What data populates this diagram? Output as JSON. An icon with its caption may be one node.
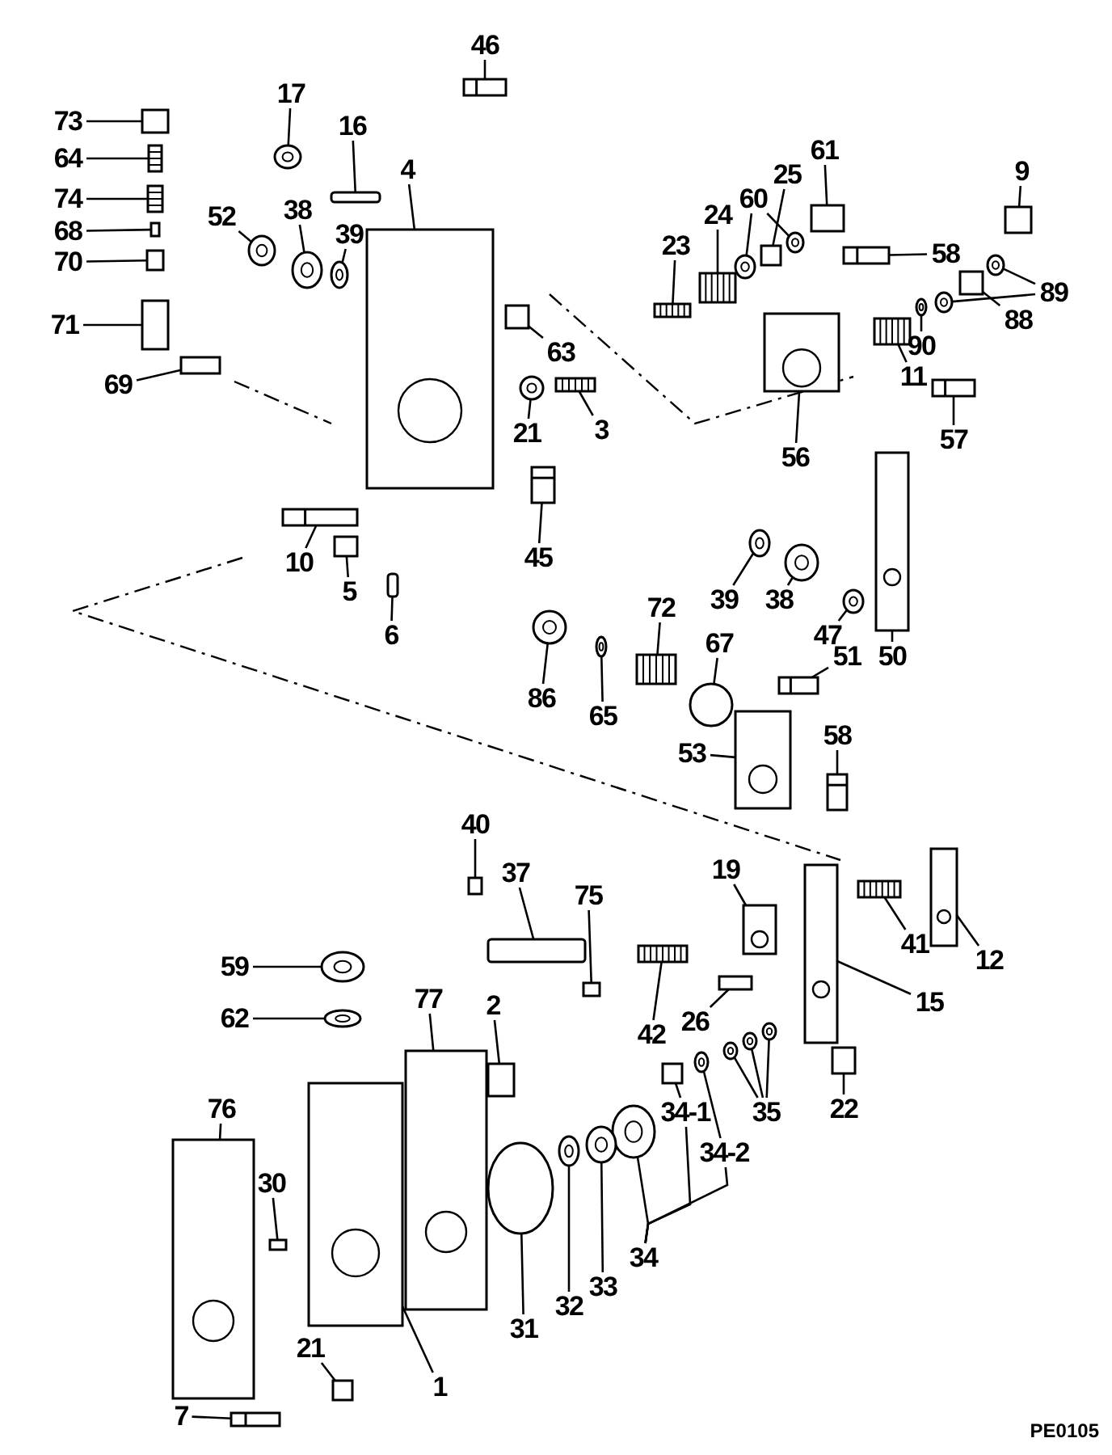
{
  "diagram": {
    "nodes": [
      {
        "text": [
          "73"
        ]
      },
      {
        "text": [
          "64"
        ]
      },
      {
        "text": [
          "74"
        ]
      },
      {
        "text": [
          "68"
        ]
      },
      {
        "text": [
          "70"
        ]
      },
      {
        "text": [
          "71"
        ]
      },
      {
        "text": [
          "69"
        ]
      },
      {
        "text": [
          "17"
        ]
      },
      {
        "text": [
          "16"
        ]
      },
      {
        "text": [
          "46"
        ]
      },
      {
        "text": [
          "4"
        ]
      },
      {
        "text": [
          "52"
        ]
      },
      {
        "text": [
          "38"
        ]
      },
      {
        "text": [
          "39"
        ]
      },
      {
        "text": [
          "63"
        ]
      },
      {
        "text": [
          "21"
        ]
      },
      {
        "text": [
          "3"
        ]
      },
      {
        "text": [
          "23"
        ]
      },
      {
        "text": [
          "24"
        ]
      },
      {
        "text": [
          "60"
        ]
      },
      {
        "text": [
          "25"
        ]
      },
      {
        "text": [
          "61"
        ]
      },
      {
        "text": [
          "58"
        ]
      },
      {
        "text": [
          "9"
        ]
      },
      {
        "text": [
          "89"
        ]
      },
      {
        "text": [
          "88"
        ]
      },
      {
        "text": [
          "90"
        ]
      },
      {
        "text": [
          "11"
        ]
      },
      {
        "text": [
          "56"
        ]
      },
      {
        "text": [
          "57"
        ]
      },
      {
        "text": [
          "10"
        ]
      },
      {
        "text": [
          "5"
        ]
      },
      {
        "text": [
          "6"
        ]
      },
      {
        "text": [
          "45"
        ]
      },
      {
        "text": [
          "39"
        ]
      },
      {
        "text": [
          "38"
        ]
      },
      {
        "text": [
          "72"
        ]
      },
      {
        "text": [
          "47"
        ]
      },
      {
        "text": [
          "67"
        ]
      },
      {
        "text": [
          "51"
        ]
      },
      {
        "text": [
          "50"
        ]
      },
      {
        "text": [
          "86"
        ]
      },
      {
        "text": [
          "65"
        ]
      },
      {
        "text": [
          "53"
        ]
      },
      {
        "text": [
          "58"
        ]
      },
      {
        "text": [
          "40"
        ]
      },
      {
        "text": [
          "37"
        ]
      },
      {
        "text": [
          "75"
        ]
      },
      {
        "text": [
          "19"
        ]
      },
      {
        "text": [
          "42"
        ]
      },
      {
        "text": [
          "26"
        ]
      },
      {
        "text": [
          "41"
        ]
      },
      {
        "text": [
          "12"
        ]
      },
      {
        "text": [
          "15"
        ]
      },
      {
        "text": [
          "59"
        ]
      },
      {
        "text": [
          "62"
        ]
      },
      {
        "text": [
          "77"
        ]
      },
      {
        "text": [
          "2"
        ]
      },
      {
        "text": [
          "76"
        ]
      },
      {
        "text": [
          "30"
        ]
      },
      {
        "text": [
          "35"
        ]
      },
      {
        "text": [
          "22"
        ]
      },
      {
        "text": [
          "34-1"
        ]
      },
      {
        "text": [
          "34-2"
        ]
      },
      {
        "text": [
          "34"
        ]
      },
      {
        "text": [
          "31"
        ]
      },
      {
        "text": [
          "32"
        ]
      },
      {
        "text": [
          "33"
        ]
      },
      {
        "text": [
          "21"
        ]
      },
      {
        "text": [
          "1"
        ]
      },
      {
        "text": [
          "7"
        ]
      },
      {
        "text": [],
        "shape": "box"
      },
      {
        "text": [],
        "shape": "spring"
      },
      {
        "text": [],
        "shape": "spring"
      },
      {
        "text": [],
        "shape": "box"
      },
      {
        "text": [],
        "shape": "box"
      },
      {
        "text": [],
        "shape": "box"
      },
      {
        "text": [],
        "shape": "box"
      },
      {
        "text": [],
        "shape": "ring"
      },
      {
        "text": [],
        "shape": "bar"
      },
      {
        "text": [],
        "shape": "bolt"
      },
      {
        "text": [],
        "shape": "plate"
      },
      {
        "text": [],
        "shape": "ring"
      },
      {
        "text": [],
        "shape": "ring"
      },
      {
        "text": [],
        "shape": "ring"
      },
      {
        "text": [],
        "shape": "box"
      },
      {
        "text": [],
        "shape": "ring"
      },
      {
        "text": [],
        "shape": "spring"
      },
      {
        "text": [],
        "shape": "spring"
      },
      {
        "text": [],
        "shape": "spring"
      },
      {
        "text": [],
        "shape": "ring"
      },
      {
        "text": [],
        "shape": "ring"
      },
      {
        "text": [],
        "shape": "box"
      },
      {
        "text": [],
        "shape": "box"
      },
      {
        "text": [],
        "shape": "bolt"
      },
      {
        "text": [],
        "shape": "box"
      },
      {
        "text": [],
        "shape": "ring"
      },
      {
        "text": [],
        "shape": "ring"
      },
      {
        "text": [],
        "shape": "box"
      },
      {
        "text": [],
        "shape": "ring"
      },
      {
        "text": [],
        "shape": "spring"
      },
      {
        "text": [],
        "shape": "plate"
      },
      {
        "text": [],
        "shape": "bolt"
      },
      {
        "text": [],
        "shape": "bolt"
      },
      {
        "text": [],
        "shape": "box"
      },
      {
        "text": [],
        "shape": "bar"
      },
      {
        "text": [],
        "shape": "bolt"
      },
      {
        "text": [],
        "shape": "ring"
      },
      {
        "text": [],
        "shape": "ring"
      },
      {
        "text": [],
        "shape": "spring"
      },
      {
        "text": [],
        "shape": "ring"
      },
      {
        "text": [],
        "shape": "circle"
      },
      {
        "text": [],
        "shape": "bolt"
      },
      {
        "text": [],
        "shape": "plate"
      },
      {
        "text": [],
        "shape": "ring"
      },
      {
        "text": [],
        "shape": "ring"
      },
      {
        "text": [],
        "shape": "plate"
      },
      {
        "text": [],
        "shape": "bolt"
      },
      {
        "text": [],
        "shape": "box"
      },
      {
        "text": [],
        "shape": "bar"
      },
      {
        "text": [],
        "shape": "box"
      },
      {
        "text": [],
        "shape": "plate"
      },
      {
        "text": [],
        "shape": "spring"
      },
      {
        "text": [],
        "shape": "box"
      },
      {
        "text": [],
        "shape": "spring"
      },
      {
        "text": [],
        "shape": "plate"
      },
      {
        "text": [],
        "shape": "plate"
      },
      {
        "text": [],
        "shape": "ring"
      },
      {
        "text": [],
        "shape": "ring"
      },
      {
        "text": [],
        "shape": "plate"
      },
      {
        "text": [],
        "shape": "box"
      },
      {
        "text": [],
        "shape": "plate"
      },
      {
        "text": [],
        "shape": "box"
      },
      {
        "text": [],
        "shape": "ring"
      },
      {
        "text": [],
        "shape": "ring"
      },
      {
        "text": [],
        "shape": "ring"
      },
      {
        "text": [],
        "shape": "box"
      },
      {
        "text": [],
        "shape": "box"
      },
      {
        "text": [],
        "shape": "ring"
      },
      {
        "text": [],
        "shape": "ring"
      },
      {
        "text": [],
        "shape": "circle"
      },
      {
        "text": [],
        "shape": "ring"
      },
      {
        "text": [],
        "shape": "ring"
      },
      {
        "text": [],
        "shape": "box"
      },
      {
        "text": [],
        "shape": "plate"
      },
      {
        "text": [],
        "shape": "bolt"
      }
    ],
    "edges": [
      {
        "from": 0,
        "to": 71,
        "arrow": "none"
      },
      {
        "from": 1,
        "to": 72,
        "arrow": "none"
      },
      {
        "from": 2,
        "to": 73,
        "arrow": "none"
      },
      {
        "from": 3,
        "to": 74,
        "arrow": "none"
      },
      {
        "from": 4,
        "to": 75,
        "arrow": "none"
      },
      {
        "from": 5,
        "to": 76,
        "arrow": "none"
      },
      {
        "from": 6,
        "to": 77,
        "arrow": "none"
      },
      {
        "from": 7,
        "to": 78,
        "arrow": "none"
      },
      {
        "from": 8,
        "to": 79,
        "arrow": "none"
      },
      {
        "from": 9,
        "to": 80,
        "arrow": "none"
      },
      {
        "from": 10,
        "to": 81,
        "arrow": "none"
      },
      {
        "from": 11,
        "to": 82,
        "arrow": "none"
      },
      {
        "from": 12,
        "to": 83,
        "arrow": "none"
      },
      {
        "from": 13,
        "to": 84,
        "arrow": "none"
      },
      {
        "from": 14,
        "to": 85,
        "arrow": "none"
      },
      {
        "from": 15,
        "to": 86,
        "arrow": "none"
      },
      {
        "from": 16,
        "to": 87,
        "arrow": "none"
      },
      {
        "from": 17,
        "to": 88,
        "arrow": "none"
      },
      {
        "from": 18,
        "to": 89,
        "arrow": "none"
      },
      {
        "from": 19,
        "to": 90,
        "arrow": "none"
      },
      {
        "from": 19,
        "to": 91,
        "arrow": "none"
      },
      {
        "from": 20,
        "to": 92,
        "arrow": "none"
      },
      {
        "from": 21,
        "to": 93,
        "arrow": "none"
      },
      {
        "from": 22,
        "to": 94,
        "arrow": "none"
      },
      {
        "from": 23,
        "to": 95,
        "arrow": "none"
      },
      {
        "from": 24,
        "to": 96,
        "arrow": "none"
      },
      {
        "from": 24,
        "to": 97,
        "arrow": "none"
      },
      {
        "from": 25,
        "to": 98,
        "arrow": "none"
      },
      {
        "from": 26,
        "to": 99,
        "arrow": "none"
      },
      {
        "from": 27,
        "to": 100,
        "arrow": "none"
      },
      {
        "from": 28,
        "to": 101,
        "arrow": "none"
      },
      {
        "from": 29,
        "to": 102,
        "arrow": "none"
      },
      {
        "from": 30,
        "to": 103,
        "arrow": "none"
      },
      {
        "from": 31,
        "to": 104,
        "arrow": "none"
      },
      {
        "from": 32,
        "to": 105,
        "arrow": "none"
      },
      {
        "from": 33,
        "to": 106,
        "arrow": "none"
      },
      {
        "from": 34,
        "to": 107,
        "arrow": "none"
      },
      {
        "from": 35,
        "to": 108,
        "arrow": "none"
      },
      {
        "from": 36,
        "to": 109,
        "arrow": "none"
      },
      {
        "from": 37,
        "to": 110,
        "arrow": "none"
      },
      {
        "from": 38,
        "to": 111,
        "arrow": "none"
      },
      {
        "from": 39,
        "to": 112,
        "arrow": "none"
      },
      {
        "from": 40,
        "to": 113,
        "arrow": "none"
      },
      {
        "from": 41,
        "to": 114,
        "arrow": "none"
      },
      {
        "from": 42,
        "to": 115,
        "arrow": "none"
      },
      {
        "from": 43,
        "to": 116,
        "arrow": "none"
      },
      {
        "from": 44,
        "to": 117,
        "arrow": "none"
      },
      {
        "from": 45,
        "to": 118,
        "arrow": "none"
      },
      {
        "from": 46,
        "to": 119,
        "arrow": "none"
      },
      {
        "from": 47,
        "to": 120,
        "arrow": "none"
      },
      {
        "from": 48,
        "to": 121,
        "arrow": "none"
      },
      {
        "from": 49,
        "to": 122,
        "arrow": "none"
      },
      {
        "from": 50,
        "to": 123,
        "arrow": "none"
      },
      {
        "from": 51,
        "to": 124,
        "arrow": "none"
      },
      {
        "from": 52,
        "to": 125,
        "arrow": "none"
      },
      {
        "from": 53,
        "to": 126,
        "arrow": "none"
      },
      {
        "from": 54,
        "to": 127,
        "arrow": "none"
      },
      {
        "from": 55,
        "to": 128,
        "arrow": "none"
      },
      {
        "from": 56,
        "to": 129,
        "arrow": "none"
      },
      {
        "from": 57,
        "to": 130,
        "arrow": "none"
      },
      {
        "from": 58,
        "to": 131,
        "arrow": "none"
      },
      {
        "from": 59,
        "to": 132,
        "arrow": "none"
      },
      {
        "from": 60,
        "to": 133,
        "arrow": "none"
      },
      {
        "from": 60,
        "to": 134,
        "arrow": "none"
      },
      {
        "from": 60,
        "to": 135,
        "arrow": "none"
      },
      {
        "from": 61,
        "to": 136,
        "arrow": "none"
      },
      {
        "from": 62,
        "to": 137,
        "arrow": "none"
      },
      {
        "from": 63,
        "to": 138,
        "arrow": "none"
      },
      {
        "from": 64,
        "to": 139,
        "arrow": "none"
      },
      {
        "from": 64,
        "to": 62,
        "arrow": "none"
      },
      {
        "from": 64,
        "to": 63,
        "arrow": "none"
      },
      {
        "from": 65,
        "to": 140,
        "arrow": "none"
      },
      {
        "from": 66,
        "to": 141,
        "arrow": "none"
      },
      {
        "from": 67,
        "to": 142,
        "arrow": "none"
      },
      {
        "from": 68,
        "to": 143,
        "arrow": "none"
      },
      {
        "from": 69,
        "to": 144,
        "arrow": "none"
      },
      {
        "from": 70,
        "to": 145,
        "arrow": "none"
      }
    ],
    "labels": [
      "PE0105"
    ]
  }
}
